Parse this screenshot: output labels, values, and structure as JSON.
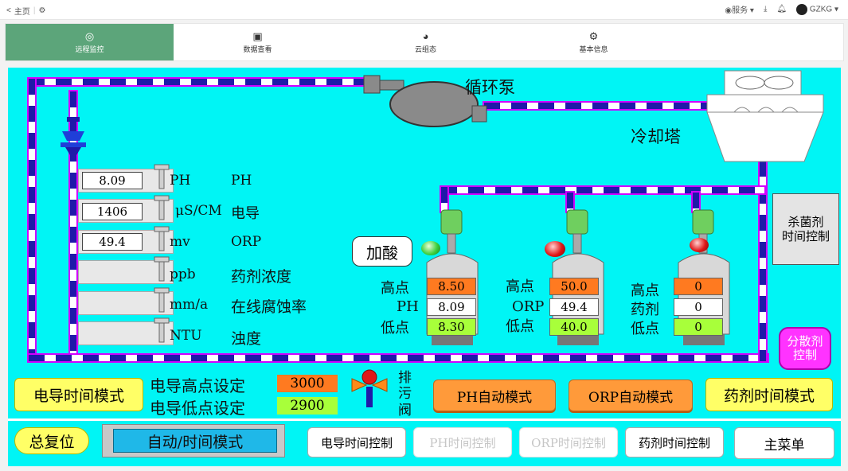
{
  "topbar": {
    "back": "<",
    "home": "主页",
    "separator": "|",
    "service": "服务",
    "user": "GZKG"
  },
  "nav": {
    "tabs": [
      {
        "label": "远程监控",
        "icon": "location-icon"
      },
      {
        "label": "数据查看",
        "icon": "camera-icon"
      },
      {
        "label": "云组态",
        "icon": "dashboard-icon"
      },
      {
        "label": "基本信息",
        "icon": "gears-icon"
      }
    ],
    "active": 0
  },
  "equipment": {
    "pump": "循环泵",
    "tower": "冷却塔",
    "drain_valve": [
      "排",
      "污",
      "阀"
    ],
    "add_acid": "加酸"
  },
  "sensors": [
    {
      "value": "8.09",
      "unit": "PH",
      "name": "PH"
    },
    {
      "value": "1406",
      "unit": "μS/CM",
      "name": "电导"
    },
    {
      "value": "49.4",
      "unit": "mv",
      "name": "ORP"
    },
    {
      "value": "",
      "unit": "ppb",
      "name": "药剂浓度"
    },
    {
      "value": "",
      "unit": "mm/a",
      "name": "在线腐蚀率"
    },
    {
      "value": "",
      "unit": "NTU",
      "name": "浊度"
    }
  ],
  "tanks": [
    {
      "high_label": "高点",
      "mid_label": "PH",
      "low_label": "低点",
      "high": "8.50",
      "mid": "8.09",
      "low": "8.30",
      "light": "green"
    },
    {
      "high_label": "高点",
      "mid_label": "ORP",
      "low_label": "低点",
      "high": "50.0",
      "mid": "49.4",
      "low": "40.0",
      "light": "red"
    },
    {
      "high_label": "高点",
      "mid_label": "药剂",
      "low_label": "低点",
      "high": "0",
      "mid": "0",
      "low": "0",
      "light": "red"
    }
  ],
  "controls": {
    "sterilizer": [
      "杀菌剂",
      "时间控制"
    ],
    "dispersant": [
      "分散剂",
      "控制"
    ],
    "cond_time_mode": "电导时间模式",
    "cond_high_label": "电导高点设定",
    "cond_high_value": "3000",
    "cond_low_label": "电导低点设定",
    "cond_low_value": "2900",
    "ph_auto": "PH自动模式",
    "orp_auto": "ORP自动模式",
    "agent_time_mode": "药剂时间模式",
    "reset": "总复位",
    "mode_display": "自动/时间模式",
    "cond_time_ctrl": "电导时间控制",
    "ph_time_ctrl": "PH时间控制",
    "orp_time_ctrl": "ORP时间控制",
    "agent_time_ctrl": "药剂时间控制",
    "main_menu": "主菜单"
  },
  "colors": {
    "panel": "#00f5f5",
    "pipe_border": "#d000ff",
    "pipe_dash": "#1f1aa8",
    "active_tab": "#5ca57a"
  }
}
